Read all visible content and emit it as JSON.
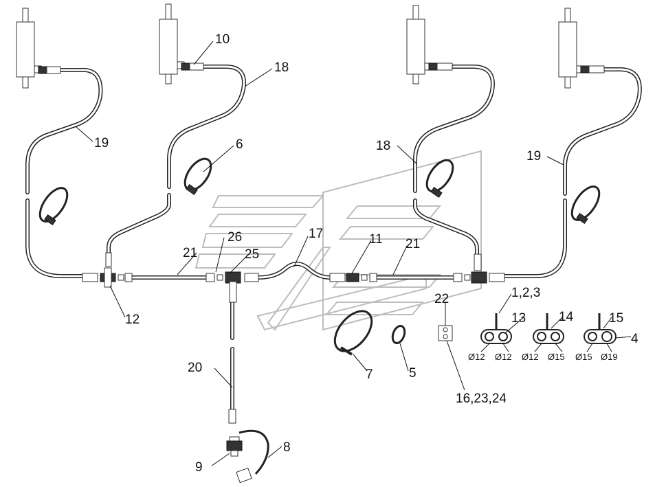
{
  "callouts": {
    "c10": "10",
    "c18a": "18",
    "c18b": "18",
    "c19a": "19",
    "c19b": "19",
    "c6": "6",
    "c26": "26",
    "c21a": "21",
    "c21b": "21",
    "c25": "25",
    "c17": "17",
    "c11": "11",
    "c12": "12",
    "c22": "22",
    "c123": "1,2,3",
    "c13": "13",
    "c14": "14",
    "c15": "15",
    "c4": "4",
    "c20": "20",
    "c7": "7",
    "c5": "5",
    "c162324": "16,23,24",
    "c8": "8",
    "c9": "9"
  },
  "clamp_diameters": {
    "clamp13_left": "Ø12",
    "clamp13_right": "Ø12",
    "clamp14_left": "Ø12",
    "clamp14_right": "Ø15",
    "clamp15_left": "Ø15",
    "clamp15_right": "Ø19"
  },
  "colors": {
    "line": "#222222",
    "watermark": "#bdbdbd",
    "background": "#ffffff"
  }
}
